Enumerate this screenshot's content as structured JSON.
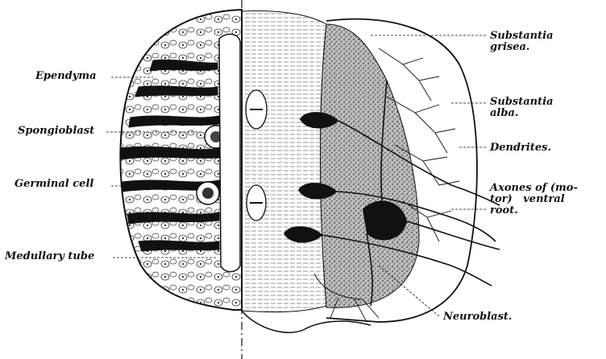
{
  "labels": {
    "ependyma": "Ependyma",
    "spongioblast": "Spongioblast",
    "germinal_cell": "Germinal cell",
    "medullary_tube": "Medullary tube",
    "substantia_grisea": "Substantia\ngrisea.",
    "substantia_alba": "Substantia\nalba.",
    "dendrites": "Dendrites.",
    "axones": "Axones of (mo-\ntor)   ventral\nroot.",
    "neuroblast": "Neuroblast."
  },
  "colors": {
    "ink": "#111111",
    "paper": "#ffffff",
    "stipple": "#2a2a2a"
  }
}
